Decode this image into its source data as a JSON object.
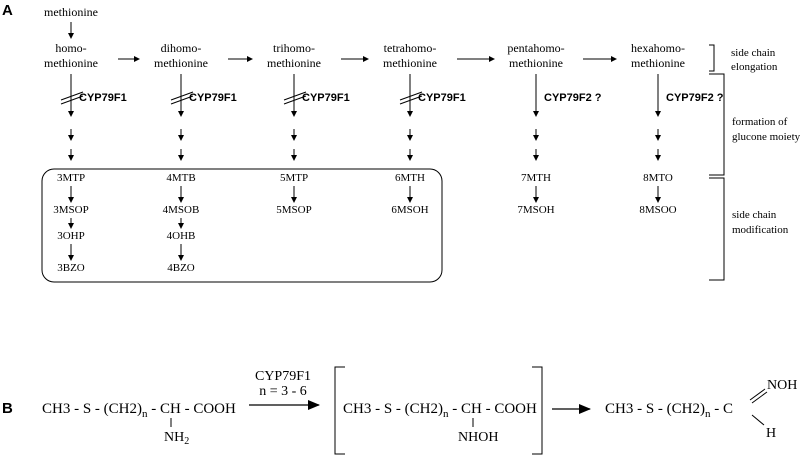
{
  "panelA": {
    "label": "A",
    "start": "methionine",
    "chain": [
      {
        "l1": "homo-",
        "l2": "methionine",
        "enzyme": "CYP79F1",
        "blocked": true,
        "products": [
          "3MTP",
          "3MSOP",
          "3OHP",
          "3BZO"
        ]
      },
      {
        "l1": "dihomo-",
        "l2": "methionine",
        "enzyme": "CYP79F1",
        "blocked": true,
        "products": [
          "4MTB",
          "4MSOB",
          "4OHB",
          "4BZO"
        ]
      },
      {
        "l1": "trihomo-",
        "l2": "methionine",
        "enzyme": "CYP79F1",
        "blocked": true,
        "products": [
          "5MTP",
          "5MSOP"
        ]
      },
      {
        "l1": "tetrahomo-",
        "l2": "methionine",
        "enzyme": "CYP79F1",
        "blocked": true,
        "products": [
          "6MTH",
          "6MSOH"
        ]
      },
      {
        "l1": "pentahomo-",
        "l2": "methionine",
        "enzyme": "CYP79F2 ?",
        "blocked": false,
        "products": [
          "7MTH",
          "7MSOH"
        ]
      },
      {
        "l1": "hexahomo-",
        "l2": "methionine",
        "enzyme": "CYP79F2 ?",
        "blocked": false,
        "products": [
          "8MTO",
          "8MSOO"
        ]
      }
    ],
    "brackets": {
      "elongation": [
        "side chain",
        "elongation"
      ],
      "glucone": [
        "formation of",
        "glucone moiety"
      ],
      "modification": [
        "side chain",
        "modification"
      ]
    }
  },
  "panelB": {
    "label": "B",
    "substrate": {
      "main": "CH3 - S - (CH2)",
      "sub": "n",
      "tail": " - CH - COOH",
      "group": "NH",
      "groupSub": "2"
    },
    "arrowTop": "CYP79F1",
    "arrowBottom": "n = 3 - 6",
    "intermediate": {
      "main": "CH3 - S - (CH2)",
      "sub": "n",
      "tail": " - CH - COOH",
      "group": "NHOH"
    },
    "product": {
      "main": "CH3 - S - (CH2)",
      "sub": "n",
      "tail": " - C",
      "top": "NOH",
      "bottom": "H"
    }
  }
}
